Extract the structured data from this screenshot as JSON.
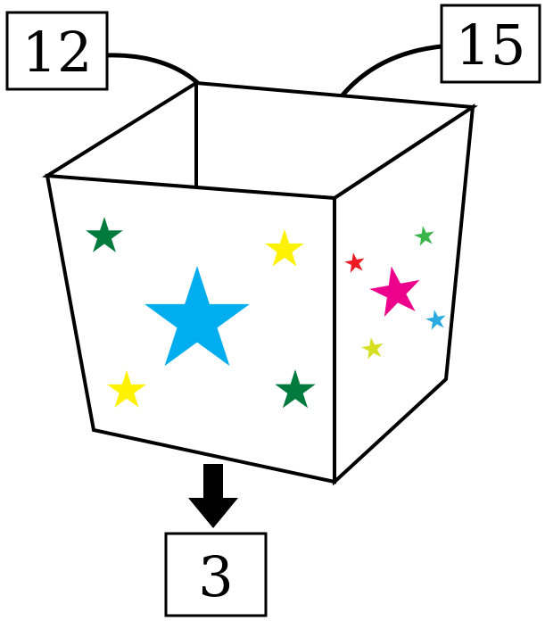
{
  "labels": {
    "left_input": "12",
    "right_input": "15",
    "output": "3"
  },
  "colors": {
    "stroke": "#000000",
    "box_fill": "#ffffff",
    "dark_green": "#007a3d",
    "yellow": "#fff200",
    "sky_blue": "#00aeef",
    "magenta": "#ec008c",
    "red": "#ed1c24",
    "light_green": "#39b54a",
    "yellow_green": "#d7df23",
    "blue": "#29abe2"
  },
  "icons": {
    "left_arrow": "curved-arrow-down-right-icon",
    "right_arrow": "curved-arrow-down-left-icon",
    "output_arrow": "arrow-down-icon",
    "decoration": "star-icon"
  }
}
